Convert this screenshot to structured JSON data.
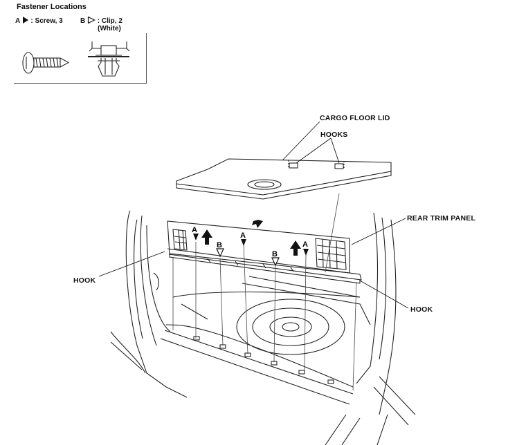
{
  "legend": {
    "title": "Fastener Locations",
    "a_label": "A",
    "a_text": ": Screw, 3",
    "b_label": "B",
    "b_text": ": Clip, 2",
    "b_sub": "(White)"
  },
  "callouts": {
    "cargo_floor_lid": "CARGO FLOOR LID",
    "hooks": "HOOKS",
    "rear_trim_panel": "REAR TRIM PANEL",
    "hook_left": "HOOK",
    "hook_right": "HOOK"
  },
  "markers": {
    "a": "A",
    "b": "B"
  }
}
